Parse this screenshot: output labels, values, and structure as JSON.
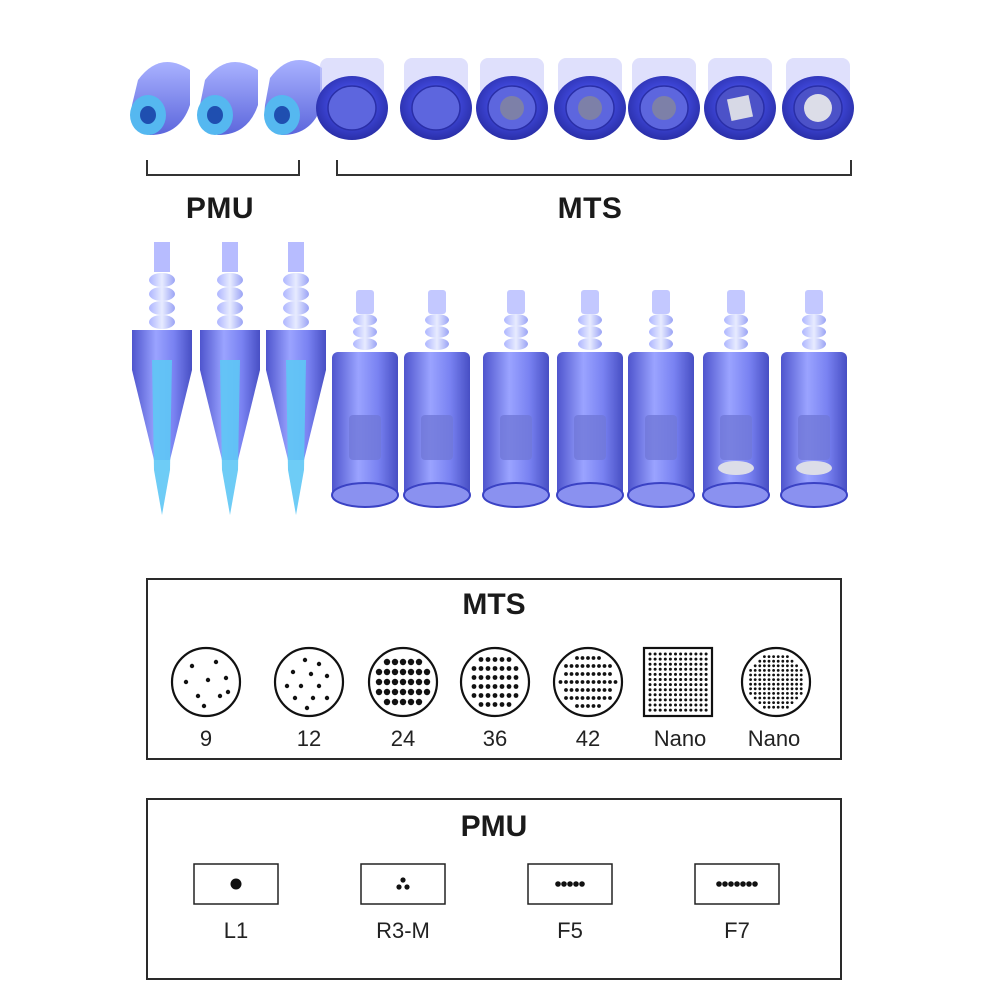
{
  "groups": {
    "pmu_label": "PMU",
    "mts_label": "MTS"
  },
  "mts_legend": {
    "title": "MTS",
    "items": [
      {
        "label": "9",
        "pattern": "circle-9-pins"
      },
      {
        "label": "12",
        "pattern": "circle-12-pins"
      },
      {
        "label": "24",
        "pattern": "circle-24-pins"
      },
      {
        "label": "36",
        "pattern": "circle-36-pins"
      },
      {
        "label": "42",
        "pattern": "circle-42-pins"
      },
      {
        "label": "Nano",
        "pattern": "square-nano"
      },
      {
        "label": "Nano",
        "pattern": "circle-nano"
      }
    ]
  },
  "pmu_legend": {
    "title": "PMU",
    "items": [
      {
        "label": "L1",
        "pattern": "single-dot"
      },
      {
        "label": "R3-M",
        "pattern": "triangle-3-dots"
      },
      {
        "label": "F5",
        "pattern": "flat-5-dots"
      },
      {
        "label": "F7",
        "pattern": "flat-7-dots"
      }
    ]
  },
  "colors": {
    "cartridge_blue": "#4a55d8",
    "pmu_tip": "#4fb8f0",
    "ink": "#1a1a1a"
  }
}
